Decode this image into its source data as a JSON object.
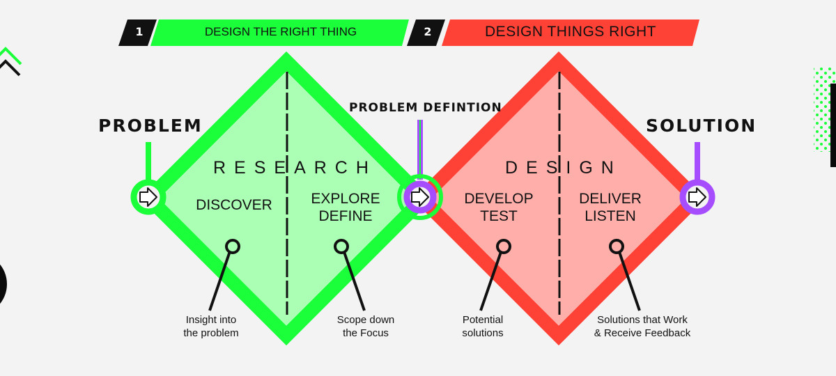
{
  "banners": [
    {
      "number": "1",
      "label": "DESIGN THE RIGHT THING",
      "color": "#1aff3a"
    },
    {
      "number": "2",
      "label": "DESIGN THINGS RIGHT",
      "color": "#ff4136"
    }
  ],
  "milestones": {
    "problem": "PROBLEM",
    "problem_definition": "PROBLEM DEFINTION",
    "solution": "SOLUTION"
  },
  "diamonds": [
    {
      "phase": "RESEARCH",
      "stroke": "#1aff3a",
      "fill": "#aaffb4",
      "stages": [
        {
          "lines": [
            "DISCOVER"
          ],
          "note": [
            "Insight into",
            "the problem"
          ]
        },
        {
          "lines": [
            "EXPLORE",
            "DEFINE"
          ],
          "note": [
            "Scope down",
            "the Focus"
          ]
        }
      ]
    },
    {
      "phase": "DESIGN",
      "stroke": "#ff4136",
      "fill": "#ffaeaa",
      "stages": [
        {
          "lines": [
            "DEVELOP",
            "TEST"
          ],
          "note": [
            "Potential",
            "solutions"
          ]
        },
        {
          "lines": [
            "DELIVER",
            "LISTEN"
          ],
          "note": [
            "Solutions that Work",
            "& Receive Feedback"
          ]
        }
      ]
    }
  ],
  "colors": {
    "background": "#f3f3f3",
    "green": "#1aff3a",
    "red": "#ff4136",
    "purple": "#a64dff",
    "dark": "#111111"
  }
}
